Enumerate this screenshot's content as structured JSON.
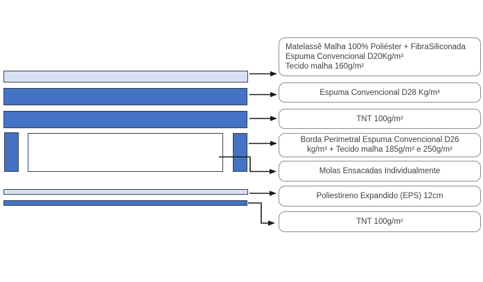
{
  "colors": {
    "layer_blue": "#4472C4",
    "layer_light": "#D8E0F3",
    "layer_outline": "#3A3E48",
    "label_border": "#8C8C8C",
    "text": "#3F3F3F",
    "connector": "#1A1A1A",
    "background": "#FFFFFF"
  },
  "labels": [
    {
      "id": "matelasse",
      "lines": [
        "Matelassê Malha 100% Poliéster + FibraSiliconada",
        "Espuma Convencional D20Kg/m³",
        "Tecido malha 160g/m²"
      ]
    },
    {
      "id": "espuma-d28",
      "lines": [
        "Espuma Convencional D28 Kg/m³"
      ]
    },
    {
      "id": "tnt-top",
      "lines": [
        "TNT 100g/m²"
      ]
    },
    {
      "id": "borda",
      "lines": [
        "Borda Perimetral Espuma Convencional D26",
        "kg/m³ + Tecido malha 185g/m² e 250g/m²"
      ]
    },
    {
      "id": "molas",
      "lines": [
        "Molas Ensacadas Individualmente"
      ]
    },
    {
      "id": "eps",
      "lines": [
        "Poliestireno Expandido (EPS) 12cm"
      ]
    },
    {
      "id": "tnt-bottom",
      "lines": [
        "TNT 100g/m²"
      ]
    }
  ],
  "layers": [
    {
      "id": "matelasse-top-layer"
    },
    {
      "id": "espuma-d28-layer"
    },
    {
      "id": "tnt-top-layer"
    },
    {
      "id": "borda-left-block"
    },
    {
      "id": "molas-core-box"
    },
    {
      "id": "borda-right-block"
    },
    {
      "id": "eps-layer"
    },
    {
      "id": "tnt-bottom-layer"
    }
  ]
}
